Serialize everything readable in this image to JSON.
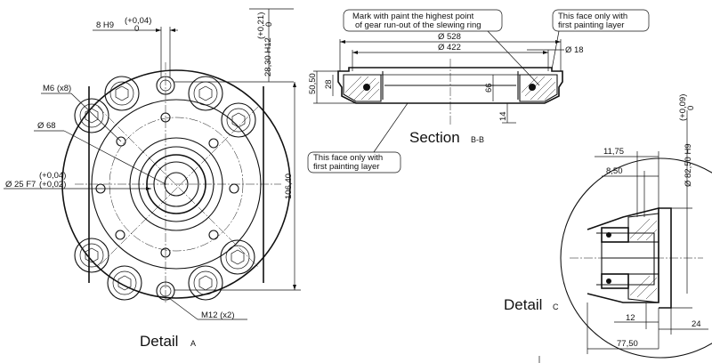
{
  "detail_a": {
    "title": "Detail",
    "title_suffix": "A",
    "dims": {
      "top_hole": "8 H9",
      "top_hole_tol_upper": "(+0,04)",
      "top_hole_tol_lower": "0",
      "m6": "M6 (x8)",
      "d68": "Ø 68",
      "d25": "Ø 25 F7",
      "d25_tol_upper": "(+0,04)",
      "d25_tol_lower": "(+0,02)",
      "h28": "28,30 H12",
      "h28_tol_upper": "(+0,21)",
      "h28_tol_lower": "0",
      "h106": "106,40",
      "m12": "M12 (x2)"
    }
  },
  "section_bb": {
    "title": "Section",
    "title_suffix": "B-B",
    "note_top_left_1": "Mark with paint the highest point",
    "note_top_left_2": "of gear run-out of the slewing ring",
    "note_top_right_1": "This face only with",
    "note_top_right_2": "first painting layer",
    "note_bottom_1": "This face only with",
    "note_bottom_2": "first painting layer",
    "dims": {
      "d528": "Ø 528",
      "d422": "Ø 422",
      "d18": "Ø 18",
      "h50": "50,50",
      "h28": "28",
      "h66": "66",
      "h14": "14"
    }
  },
  "detail_c": {
    "title": "Detail",
    "title_suffix": "C",
    "dims": {
      "d82": "Ø 82,50 H9",
      "d82_tol_upper": "(+0,09)",
      "d82_tol_lower": "0",
      "w11": "11,75",
      "w8": "8,50",
      "w12": "12",
      "w24": "24",
      "w77": "77,50"
    }
  }
}
